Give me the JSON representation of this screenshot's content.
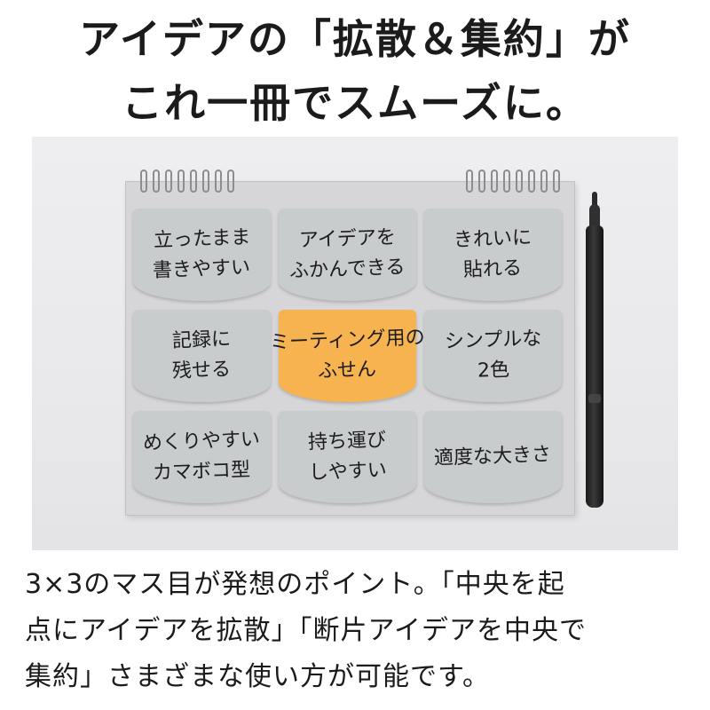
{
  "headline": {
    "line1": "アイデアの「拡散＆集約」が",
    "line2": "これ一冊でスムーズに。"
  },
  "notes": [
    {
      "line1": "立ったまま",
      "line2": "書きやすい",
      "accent": false
    },
    {
      "line1": "アイデアを",
      "line2": "ふかんできる",
      "accent": false
    },
    {
      "line1": "きれいに",
      "line2": "貼れる",
      "accent": false
    },
    {
      "line1": "記録に",
      "line2": "残せる",
      "accent": false
    },
    {
      "line1": "ミーティング用の",
      "line2": "ふせん",
      "accent": true
    },
    {
      "line1": "シンプルな",
      "line2": "2色",
      "accent": false
    },
    {
      "line1": "めくりやすい",
      "line2": "カマボコ型",
      "accent": false
    },
    {
      "line1": "持ち運び",
      "line2": "しやすい",
      "accent": false
    },
    {
      "line1": "適度な大きさ",
      "line2": "",
      "accent": false
    }
  ],
  "caption": {
    "line1": "3×3のマス目が発想のポイント。「中央を起",
    "line2": "点にアイデアを拡散」「断片アイデアを中央で",
    "line3": "集約」さまざまな使い方が可能です。"
  },
  "colors": {
    "accent_note": "#f7b34f",
    "gray_note": "#c9cccd",
    "notebook": "#d6d6d8",
    "background": "#ffffff"
  },
  "icons": {
    "pen": "marker-pen-icon",
    "binding": "spiral-binding-icon"
  }
}
